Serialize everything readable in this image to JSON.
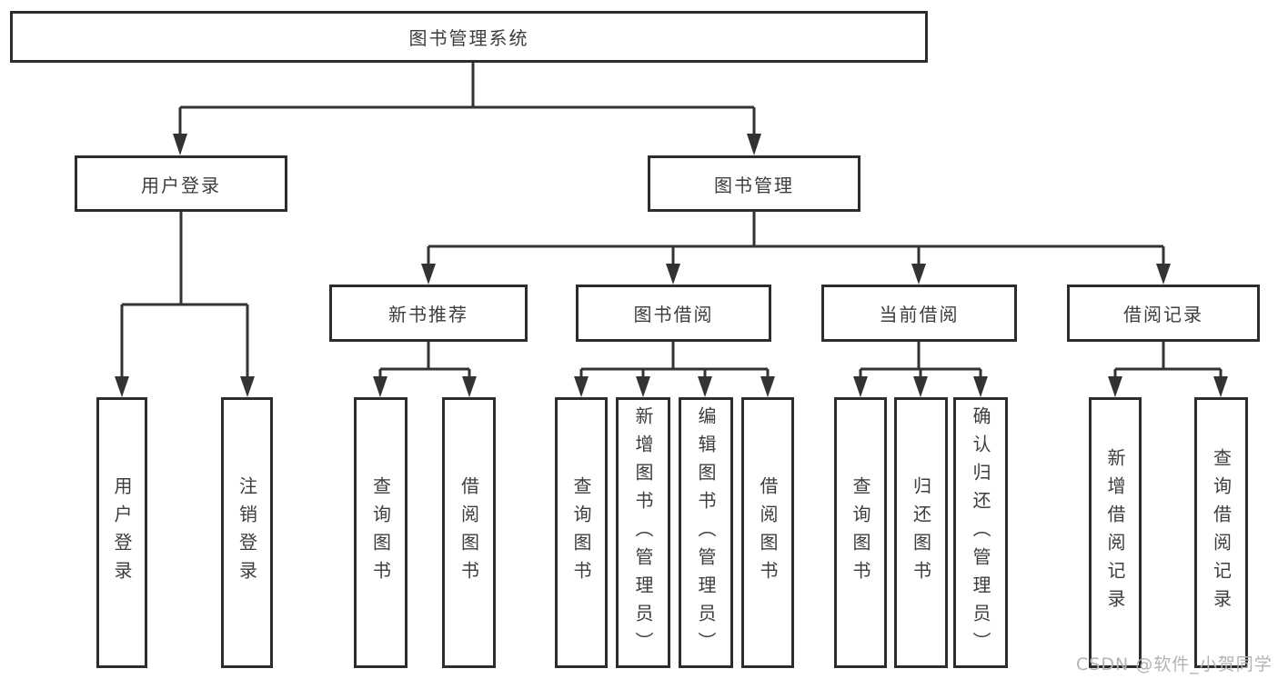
{
  "colors": {
    "line": "#333333",
    "box_border": "#2d2d2d",
    "text": "#3d3d3d",
    "watermark": "#b3b3b3",
    "background": "#ffffff"
  },
  "diagram": {
    "root": {
      "label": "图书管理系统"
    },
    "level2": [
      {
        "label": "用户登录",
        "leaves": [
          {
            "label": "用户登录"
          },
          {
            "label": "注销登录"
          }
        ]
      },
      {
        "label": "图书管理",
        "groups": [
          {
            "label": "新书推荐",
            "leaves": [
              {
                "label": "查询图书"
              },
              {
                "label": "借阅图书"
              }
            ]
          },
          {
            "label": "图书借阅",
            "leaves": [
              {
                "label": "查询图书"
              },
              {
                "label": "新增图书（管理员）"
              },
              {
                "label": "编辑图书（管理员）"
              },
              {
                "label": "借阅图书"
              }
            ]
          },
          {
            "label": "当前借阅",
            "leaves": [
              {
                "label": "查询图书"
              },
              {
                "label": "归还图书"
              },
              {
                "label": "确认归还（管理员）"
              }
            ]
          },
          {
            "label": "借阅记录",
            "leaves": [
              {
                "label": "新增借阅记录"
              },
              {
                "label": "查询借阅记录"
              }
            ]
          }
        ]
      }
    ]
  },
  "watermark": {
    "text": "CSDN @软件_小贺同学"
  }
}
